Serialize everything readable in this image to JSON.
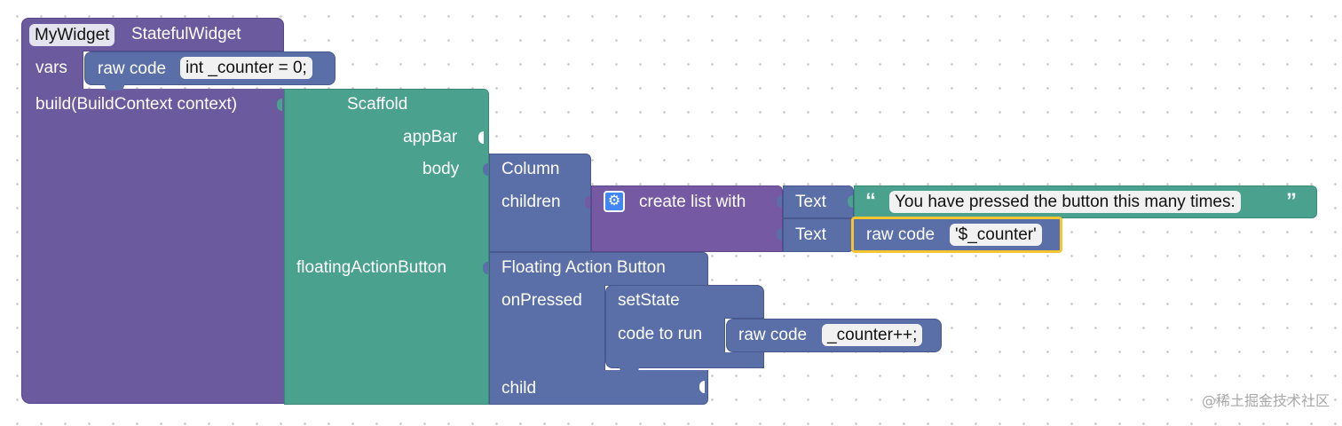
{
  "widget": {
    "name": "MyWidget",
    "type": "StatefulWidget",
    "vars_label": "vars",
    "build_label": "build(BuildContext context)"
  },
  "vars_block": {
    "label": "raw code",
    "code": "int _counter = 0;"
  },
  "scaffold": {
    "title": "Scaffold",
    "appbar_label": "appBar",
    "body_label": "body",
    "fab_label": "floatingActionButton"
  },
  "column": {
    "title": "Column",
    "children_label": "children"
  },
  "list_block": {
    "label": "create list with"
  },
  "text1": {
    "label": "Text",
    "string": "You have pressed the button this many times:"
  },
  "text2": {
    "label": "Text",
    "raw_label": "raw code",
    "code": "'$_counter'"
  },
  "fab": {
    "title": "Floating Action Button",
    "onpressed_label": "onPressed",
    "child_label": "child"
  },
  "setstate": {
    "title": "setState",
    "code_to_run_label": "code to run",
    "raw_label": "raw code",
    "code": "_counter++;"
  },
  "watermark": "@稀土掘金技术社区",
  "colors": {
    "widget": "#6b5a9e",
    "scaffold": "#4aa18d",
    "flutter_blue": "#5a6fa8",
    "list": "#7559a3",
    "selection": "#f4c431"
  }
}
